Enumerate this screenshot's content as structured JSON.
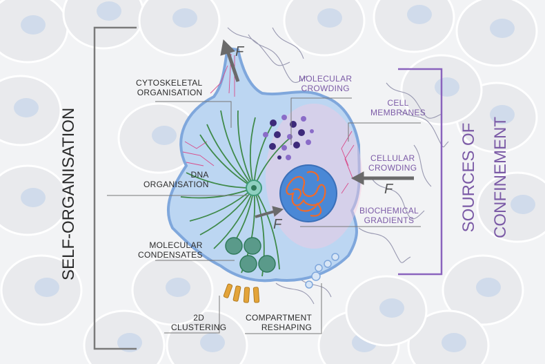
{
  "vertical_labels": {
    "left": "SELF-ORGANISATION",
    "right_line1": "SOURCES OF",
    "right_line2": "CONFINEMENT"
  },
  "labels": {
    "cytoskeletal": "CYTOSKELETAL\nORGANISATION",
    "dna": "DNA\nORGANISATION",
    "condensates": "MOLECULAR\nCONDENSATES",
    "clustering": "2D\nCLUSTERING",
    "compartment": "COMPARTMENT\nRESHAPING",
    "molecular_crowding": "MOLECULAR\nCROWDING",
    "cell_membranes": "CELL\nMEMBRANES",
    "cellular_crowding": "CELLULAR\nCROWDING",
    "biochemical": "BIOCHEMICAL\nGRADIENTS"
  },
  "force_symbol": "F",
  "colors": {
    "dark_text": "#2b2b2b",
    "purple_text": "#7b5aa6",
    "purple_bracket": "#8a63bd",
    "gray_bracket": "#7a7a7a",
    "cell_fill": "#bcd6f2",
    "cell_outline": "#7fa7dc",
    "nucleus": "#4a88d6",
    "dna": "#f06a2a",
    "microtubule": "#3f8a4a",
    "actin": "#d94b8a",
    "crowder": "#5a3f9c",
    "condensate": "#2f8a5a",
    "cluster": "#e3a43a",
    "ecm_fiber": "#9898b0",
    "arrow": "#666666"
  }
}
